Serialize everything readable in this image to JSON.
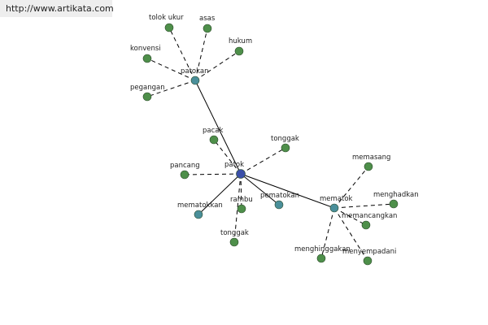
{
  "source": {
    "url": "http://www.artikata.com"
  },
  "colors": {
    "leaf": "#4e8f4a",
    "hub": "#4a8f9a",
    "center": "#3b4fa8",
    "edge": "#000000",
    "banner": "#eeeeee"
  },
  "graph": {
    "nodes": [
      {
        "id": "patok",
        "label": "patok",
        "type": "center"
      },
      {
        "id": "patokan",
        "label": "patokan",
        "type": "hub"
      },
      {
        "id": "mematok",
        "label": "mematok",
        "type": "hub"
      },
      {
        "id": "mematokkan",
        "label": "mematokkan",
        "type": "hub"
      },
      {
        "id": "pematokan",
        "label": "pematokan",
        "type": "hub"
      },
      {
        "id": "tolok-ukur",
        "label": "tolok ukur",
        "type": "leaf"
      },
      {
        "id": "asas",
        "label": "asas",
        "type": "leaf"
      },
      {
        "id": "hukum",
        "label": "hukum",
        "type": "leaf"
      },
      {
        "id": "konvensi",
        "label": "konvensi",
        "type": "leaf"
      },
      {
        "id": "pegangan",
        "label": "pegangan",
        "type": "leaf"
      },
      {
        "id": "pacak",
        "label": "pacak",
        "type": "leaf"
      },
      {
        "id": "tonggak-1",
        "label": "tonggak",
        "type": "leaf"
      },
      {
        "id": "pancang",
        "label": "pancang",
        "type": "leaf"
      },
      {
        "id": "rambu",
        "label": "rambu",
        "type": "leaf"
      },
      {
        "id": "tonggak-2",
        "label": "tonggak",
        "type": "leaf"
      },
      {
        "id": "memasang",
        "label": "memasang",
        "type": "leaf"
      },
      {
        "id": "menghadkan",
        "label": "menghadkan",
        "type": "leaf"
      },
      {
        "id": "memancangkan",
        "label": "memancangkan",
        "type": "leaf"
      },
      {
        "id": "menghinggakan",
        "label": "menghinggakan",
        "type": "leaf"
      },
      {
        "id": "menyempadani",
        "label": "menyempadani",
        "type": "leaf"
      }
    ],
    "edges": [
      {
        "from": "patok",
        "to": "patokan",
        "style": "solid"
      },
      {
        "from": "patok",
        "to": "mematok",
        "style": "solid"
      },
      {
        "from": "patok",
        "to": "mematokkan",
        "style": "solid"
      },
      {
        "from": "patok",
        "to": "pematokan",
        "style": "solid"
      },
      {
        "from": "patok",
        "to": "pacak",
        "style": "dashed"
      },
      {
        "from": "patok",
        "to": "tonggak-1",
        "style": "dashed"
      },
      {
        "from": "patok",
        "to": "pancang",
        "style": "dashed"
      },
      {
        "from": "patok",
        "to": "rambu",
        "style": "dashed"
      },
      {
        "from": "patok",
        "to": "tonggak-2",
        "style": "dashed"
      },
      {
        "from": "patokan",
        "to": "tolok-ukur",
        "style": "dashed"
      },
      {
        "from": "patokan",
        "to": "asas",
        "style": "dashed"
      },
      {
        "from": "patokan",
        "to": "hukum",
        "style": "dashed"
      },
      {
        "from": "patokan",
        "to": "konvensi",
        "style": "dashed"
      },
      {
        "from": "patokan",
        "to": "pegangan",
        "style": "dashed"
      },
      {
        "from": "mematok",
        "to": "memasang",
        "style": "dashed"
      },
      {
        "from": "mematok",
        "to": "menghadkan",
        "style": "dashed"
      },
      {
        "from": "mematok",
        "to": "memancangkan",
        "style": "dashed"
      },
      {
        "from": "mematok",
        "to": "menghinggakan",
        "style": "dashed"
      },
      {
        "from": "mematok",
        "to": "menyempadani",
        "style": "dashed"
      }
    ]
  }
}
